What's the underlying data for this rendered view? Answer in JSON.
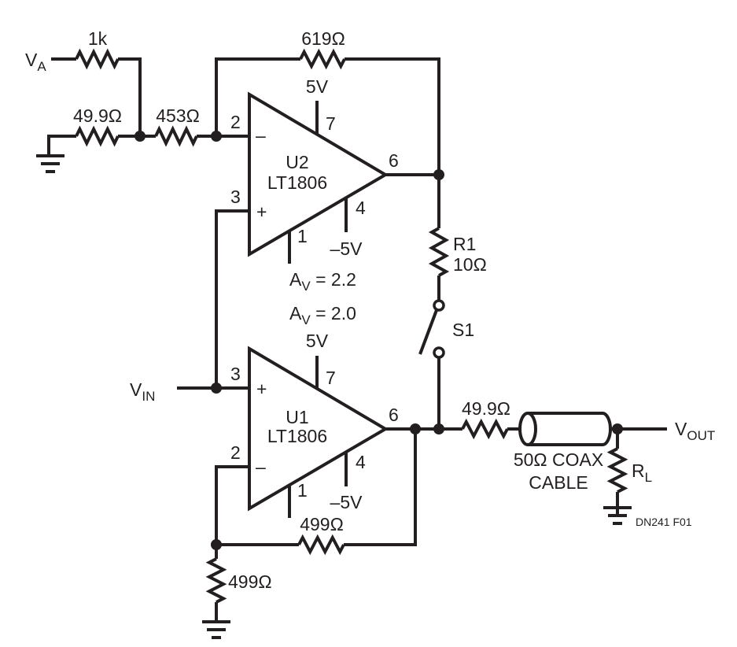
{
  "colors": {
    "ink": "#231f20",
    "background": "#ffffff"
  },
  "inputs": {
    "va": {
      "main": "V",
      "sub": "A"
    },
    "vin": {
      "main": "V",
      "sub": "IN"
    },
    "vout": {
      "main": "V",
      "sub": "OUT"
    }
  },
  "resistors": {
    "r_1k": "1k",
    "r_49_9_gnd": "49.9Ω",
    "r_453": "453Ω",
    "r_619": "619Ω",
    "r1_name": "R1",
    "r1_value": "10Ω",
    "r_499_fb": "499Ω",
    "r_499_gnd": "499Ω",
    "r_49_9_out": "49.9Ω",
    "rl": {
      "main": "R",
      "sub": "L"
    }
  },
  "u2": {
    "name": "U2",
    "part": "LT1806",
    "pin_minus": "2",
    "pin_plus": "3",
    "pin_out": "6",
    "pin_vpos": "7",
    "pin_vneg": "4",
    "pin_1": "1",
    "vpos": "5V",
    "vneg": "–5V",
    "minus_sign": "–",
    "plus_sign": "+",
    "gain": {
      "main": "A",
      "sub": "V",
      "rest": " = 2.2"
    }
  },
  "u1": {
    "name": "U1",
    "part": "LT1806",
    "pin_minus": "2",
    "pin_plus": "3",
    "pin_out": "6",
    "pin_vpos": "7",
    "pin_vneg": "4",
    "pin_1": "1",
    "vpos": "5V",
    "vneg": "–5V",
    "minus_sign": "–",
    "plus_sign": "+",
    "gain": {
      "main": "A",
      "sub": "V",
      "rest": " = 2.0"
    }
  },
  "switch": {
    "name": "S1"
  },
  "coax": {
    "line1": "50Ω COAX",
    "line2": "CABLE"
  },
  "figure_id": "DN241 F01"
}
